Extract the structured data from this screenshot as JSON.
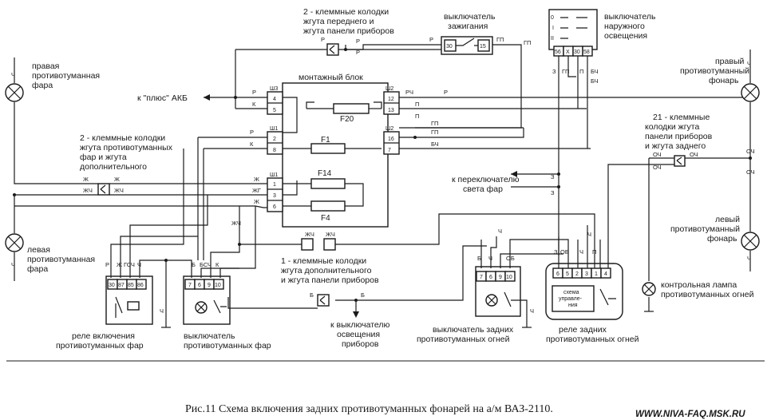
{
  "labels": {
    "right_fog_headlamp": [
      "правая",
      "противотуманная",
      "фара"
    ],
    "left_fog_headlamp": [
      "левая",
      "противотуманная",
      "фара"
    ],
    "front_harness_blocks": [
      "2 - клеммные колодки",
      "жгута переднего и",
      "жгута панели приборов"
    ],
    "ignition_switch": [
      "выключатель",
      "зажигания"
    ],
    "exterior_light_switch": [
      "выключатель",
      "наружного",
      "освещения"
    ],
    "mounting_block": "монтажный блок",
    "battery_plus": "к \"плюс\" АКБ",
    "fog_harness_blocks": [
      "2 - клеммные колодки",
      "жгута противотуманных",
      "фар и жгута",
      "дополнительного"
    ],
    "rear_harness_blocks": [
      "21 - клеммные",
      "колодки  жгута",
      "панели приборов",
      "и жгута заднего"
    ],
    "right_fog_lamp": [
      "правый",
      "противотуманный",
      "фонарь"
    ],
    "left_fog_lamp": [
      "левый",
      "противотуманный",
      "фонарь"
    ],
    "headlight_switch": [
      "к переключателю",
      "света фар"
    ],
    "panel_harness_blocks": [
      "1 - клеммные колодки",
      "жгута дополнительного",
      "и жгута панели приборов"
    ],
    "instrument_lighting": [
      "к выключателю",
      "освещения",
      "приборов"
    ],
    "fog_relay": [
      "реле включения",
      "противотуманных фар"
    ],
    "fog_switch": [
      "выключатель",
      "противотуманных фар"
    ],
    "rear_fog_switch": [
      "выключатель задних",
      "противотуманных огней"
    ],
    "rear_fog_relay": [
      "реле задних",
      "противотуманных огней"
    ],
    "control_lamp": [
      "контрольная лампа",
      "противотуманных огней"
    ],
    "control_scheme": [
      "схема",
      "управле-",
      "ния"
    ]
  },
  "fuses": {
    "f20": "F20",
    "f1": "F1",
    "f14": "F14",
    "f4": "F4"
  },
  "sockets": {
    "sh3": "Ш3",
    "sh2a": "Ш2",
    "sh1a": "Ш1",
    "sh2b": "Ш2",
    "sh1b": "Ш1"
  },
  "pins": {
    "sh3": [
      "4",
      "5"
    ],
    "sh2a": [
      "12",
      "13"
    ],
    "sh1a": [
      "2",
      "8"
    ],
    "sh2b": [
      "16",
      "7"
    ],
    "sh1b": [
      "1",
      "3",
      "6"
    ],
    "ignition": [
      "30",
      "15"
    ],
    "light_switch": [
      "56",
      "X",
      "30",
      "58"
    ],
    "fog_relay": [
      "30",
      "87",
      "85",
      "86"
    ],
    "fog_switch": [
      "7",
      "6",
      "9",
      "10"
    ],
    "rear_switch": [
      "7",
      "6",
      "9",
      "10"
    ],
    "rear_relay": [
      "6",
      "5",
      "2",
      "3",
      "1",
      "4"
    ],
    "switch_positions": [
      "0",
      "I",
      "II"
    ]
  },
  "wire_codes": {
    "top_left": [
      "Р",
      "Р",
      "Р"
    ],
    "ign_in": "Р",
    "ign_out": "ГП",
    "mb_left": [
      "Р",
      "К",
      "Р",
      "К",
      "Ж",
      "ЖГ",
      "Ж"
    ],
    "mb_right": [
      "РЧ",
      "П",
      "ГП",
      "БЧ"
    ],
    "right_bus": [
      "Р",
      "П",
      "ГП",
      "ГП",
      "БЧ"
    ],
    "fog_block": [
      "Ж",
      "ЖЧ",
      "Ж",
      "ЖЧ"
    ],
    "lamp_oc": [
      "ОЧ",
      "ОЧ",
      "ОЧ",
      "ОЧ",
      "ОЧ"
    ],
    "lamp_ch": [
      "Ч",
      "Ч",
      "Ч",
      "Ч"
    ],
    "switch_bottom": [
      "З",
      "ГП",
      "П",
      "БЧ"
    ],
    "headlight_z": [
      "З",
      "З"
    ],
    "zhch": [
      "ЖЧ",
      "ЖЧ",
      "ЖЧ"
    ],
    "panel_b": [
      "Б",
      "Б"
    ],
    "relay_top": [
      "Р",
      "Ж",
      "ГСЧ",
      "Ч"
    ],
    "switch_top": [
      "Б",
      "БСЧ",
      "К"
    ],
    "rear_sw_top": [
      "Б",
      "Ч",
      "Ч",
      "ОБ"
    ],
    "rear_rel_top": [
      "З",
      "ОБ",
      "Ч",
      "П",
      "Ч"
    ],
    "ground": [
      "Ч",
      "Ч"
    ]
  },
  "caption": "Рис.11 Схема включения задних противотуманных фонарей на а/м ВАЗ-2110.",
  "site": "WWW.NIVA-FAQ.MSK.RU"
}
